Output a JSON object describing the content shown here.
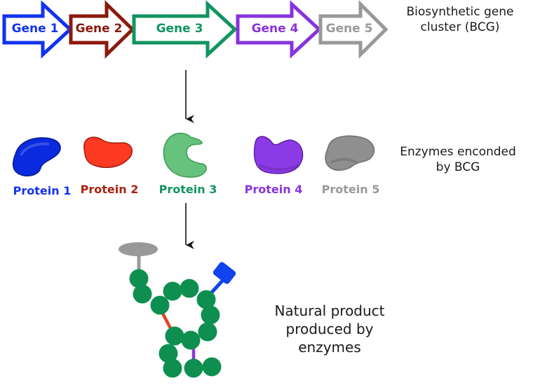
{
  "genes": [
    {
      "label": "Gene 1",
      "color": "#1133ee"
    },
    {
      "label": "Gene 2",
      "color": "#8b1a0e"
    },
    {
      "label": "Gene 3",
      "color": "#119460"
    },
    {
      "label": "Gene 4",
      "color": "#8833dd"
    },
    {
      "label": "Gene 5",
      "color": "#999999"
    }
  ],
  "proteins": [
    {
      "label": "Protein 1",
      "color": "#1133ee",
      "fill": "#0a2ae0"
    },
    {
      "label": "Protein 2",
      "color": "#a8220e",
      "fill": "#ff3a22"
    },
    {
      "label": "Protein 3",
      "color": "#119460",
      "fill": "#66c27c"
    },
    {
      "label": "Protein 4",
      "color": "#8833dd",
      "fill": "#8c3ae6"
    },
    {
      "label": "Protein 5",
      "color": "#999999",
      "fill": "#8f8f8f"
    }
  ],
  "captions": {
    "bcg_line1": "Biosynthetic gene",
    "bcg_line2": "cluster (BCG)",
    "enz_line1": "Enzymes enconded",
    "enz_line2": "by BCG",
    "np_line1": "Natural product",
    "np_line2": "produced by",
    "np_line3": "enzymes"
  },
  "molecule": {
    "bead_color": "#0e8f4f",
    "link_red": "#e84020",
    "link_purple": "#8a3ae0",
    "cap_grey": "#999999",
    "tag_blue": "#1144ee"
  }
}
